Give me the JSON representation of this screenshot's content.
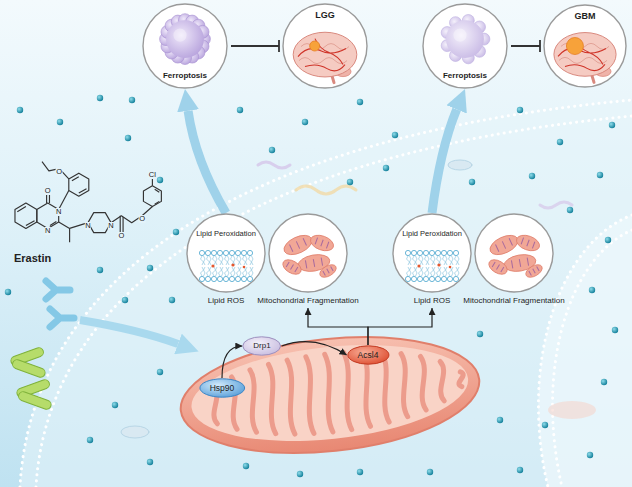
{
  "diagram": {
    "nodes": [
      {
        "text": [
          "Ferroptosis"
        ]
      },
      {
        "text": [
          "LGG"
        ]
      },
      {
        "text": [
          "Ferroptosis"
        ]
      },
      {
        "text": [
          "GBM"
        ]
      },
      {
        "text": [
          "Lipid Peroxidation",
          "Lipid ROS"
        ]
      },
      {
        "text": [
          "Mitochondrial Fragmentation"
        ]
      },
      {
        "text": [
          "Lipid Peroxidation",
          "Lipid ROS"
        ]
      },
      {
        "text": [
          "Mitochondrial Fragmentation"
        ]
      },
      {
        "text": [
          "Hsp90"
        ]
      },
      {
        "text": [
          "Drp1"
        ]
      },
      {
        "text": [
          "Acsl4"
        ]
      }
    ],
    "edges": [
      {
        "from": 0,
        "to": 1,
        "arrow": "to"
      },
      {
        "from": 2,
        "to": 3,
        "arrow": "to"
      },
      {
        "from": 4,
        "to": 0,
        "arrow": "to"
      },
      {
        "from": 6,
        "to": 2,
        "arrow": "to"
      },
      {
        "from": 8,
        "to": 9,
        "arrow": "to"
      },
      {
        "from": 9,
        "to": 10,
        "arrow": "to"
      },
      {
        "from": 10,
        "to": 5,
        "arrow": "to"
      },
      {
        "from": 10,
        "to": 6,
        "arrow": "to"
      }
    ],
    "labels": [
      "Erastin",
      "O",
      "N",
      "N",
      "O",
      "N",
      "N",
      "O",
      "O",
      "Cl"
    ]
  }
}
